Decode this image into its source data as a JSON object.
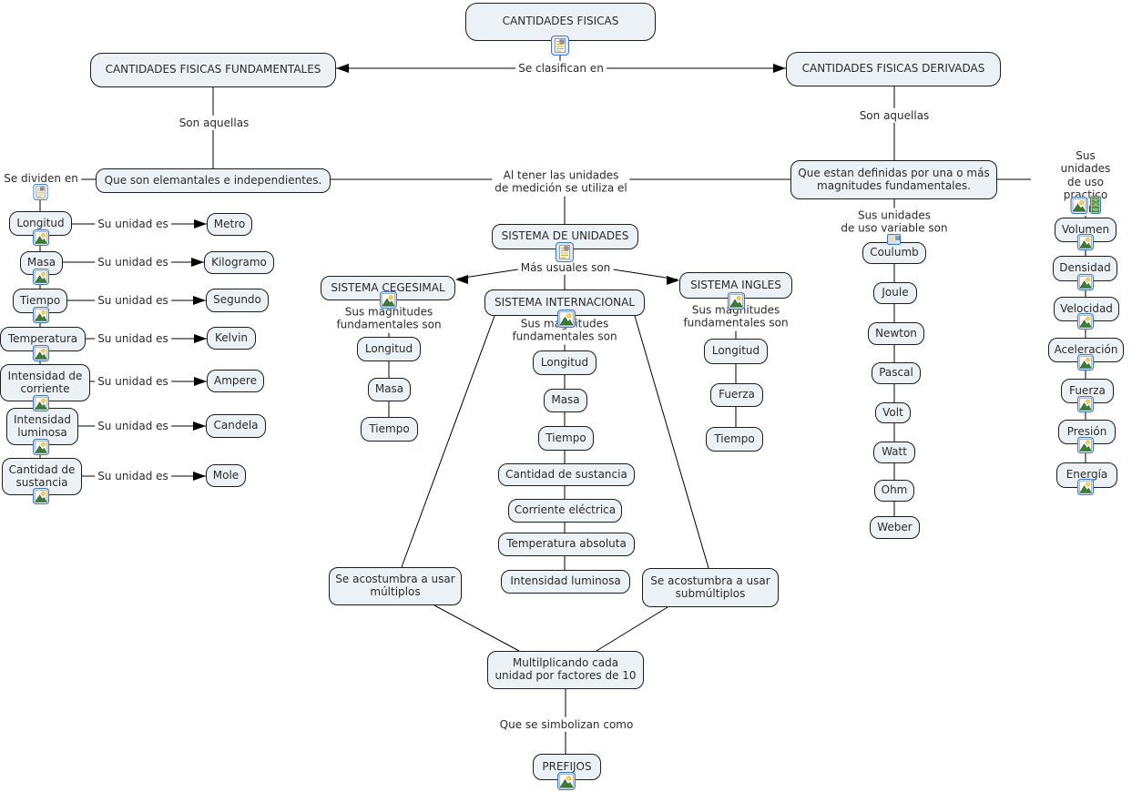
{
  "map": {
    "root": "CANTIDADES FISICAS",
    "fundamentales": {
      "title": "CANTIDADES FISICAS FUNDAMENTALES",
      "definition": "Que son elemantales e independientes.",
      "quantities": [
        {
          "name": "Longitud",
          "unit": "Metro"
        },
        {
          "name": "Masa",
          "unit": "Kilogramo"
        },
        {
          "name": "Tiempo",
          "unit": "Segundo"
        },
        {
          "name": "Temperatura",
          "unit": "Kelvin"
        },
        {
          "name": "Intensidad de\ncorriente",
          "unit": "Ampere"
        },
        {
          "name": "Intensidad\nluminosa",
          "unit": "Candela"
        },
        {
          "name": "Cantidad de\nsustancia",
          "unit": "Mole"
        }
      ]
    },
    "derivadas": {
      "title": "CANTIDADES FISICAS DERIVADAS",
      "definition": "Que estan definidas por una o más\nmagnitudes fundamentales.",
      "unidades_variables": [
        "Coulumb",
        "Joule",
        "Newton",
        "Pascal",
        "Volt",
        "Watt",
        "Ohm",
        "Weber"
      ],
      "unidades_practicas": [
        "Volumen",
        "Densidad",
        "Velocidad",
        "Aceleración",
        "Fuerza",
        "Presión",
        "Energía"
      ]
    },
    "sistema_unidades": {
      "title": "SISTEMA DE UNIDADES",
      "cegesimal": {
        "title": "SISTEMA CEGESIMAL",
        "magnitudes": [
          "Longitud",
          "Masa",
          "Tiempo"
        ]
      },
      "internacional": {
        "title": "SISTEMA INTERNACIONAL",
        "magnitudes": [
          "Longitud",
          "Masa",
          "Tiempo",
          "Cantidad de sustancia",
          "Corriente eléctrica",
          "Temperatura absoluta",
          "Intensidad luminosa"
        ]
      },
      "ingles": {
        "title": "SISTEMA INGLES",
        "magnitudes": [
          "Longitud",
          "Fuerza",
          "Tiempo"
        ]
      }
    },
    "multiplos": "Se acostumbra a usar\nmúltiplos",
    "submultiplos": "Se acostumbra a usar\nsubmúltiplos",
    "factores": "Multilplicando cada\nunidad por factores de 10",
    "prefijos": "PREFIJOS"
  },
  "links": {
    "se_clasifican_en": "Se clasifican en",
    "son_aquellas": "Son aquellas",
    "se_dividen_en": "Se dividen en",
    "su_unidad_es": "Su unidad es",
    "al_tener": "Al tener las unidades\nde medición se utiliza el",
    "mas_usuales_son": "Más usuales son",
    "sus_magnitudes": "Sus magnitudes\nfundamentales son",
    "uso_variable": "Sus unidades\nde uso variable son",
    "uso_practico": "Sus unidades\nde uso practico son",
    "que_se_simbolizan": "Que se simbolizan como"
  },
  "icons": {
    "document": "document-resource-icon",
    "image": "image-resource-icon",
    "film": "video-resource-icon",
    "mini": "media-resource-icon"
  },
  "colors": {
    "background": "#ffffff",
    "node_fill": "#ebf1f5",
    "node_border": "#1c1c1c",
    "line": "#000000",
    "text": "#2b2b2b",
    "icon_border": "#3c78c8"
  }
}
